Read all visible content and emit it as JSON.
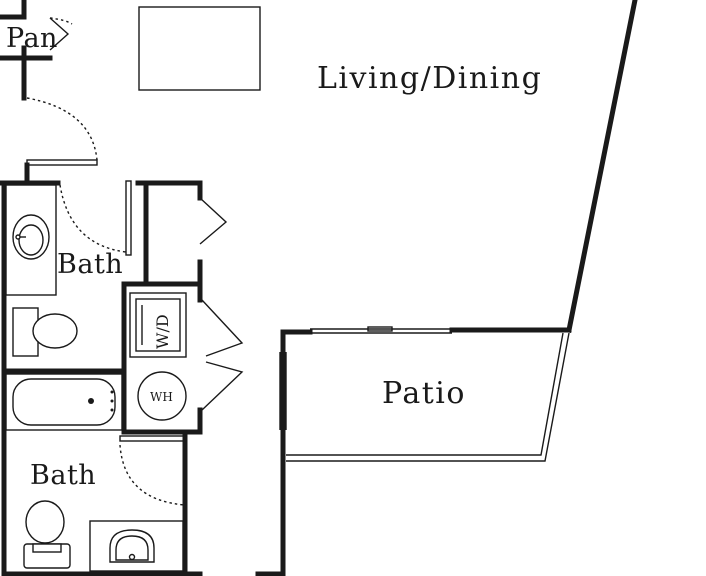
{
  "rooms": {
    "living_dining": "Living/Dining",
    "patio": "Patio",
    "bath_upper": "Bath",
    "bath_lower": "Bath",
    "pantry": "Pan"
  },
  "fixtures": {
    "washer_dryer": "W/D",
    "water_heater": "WH"
  }
}
